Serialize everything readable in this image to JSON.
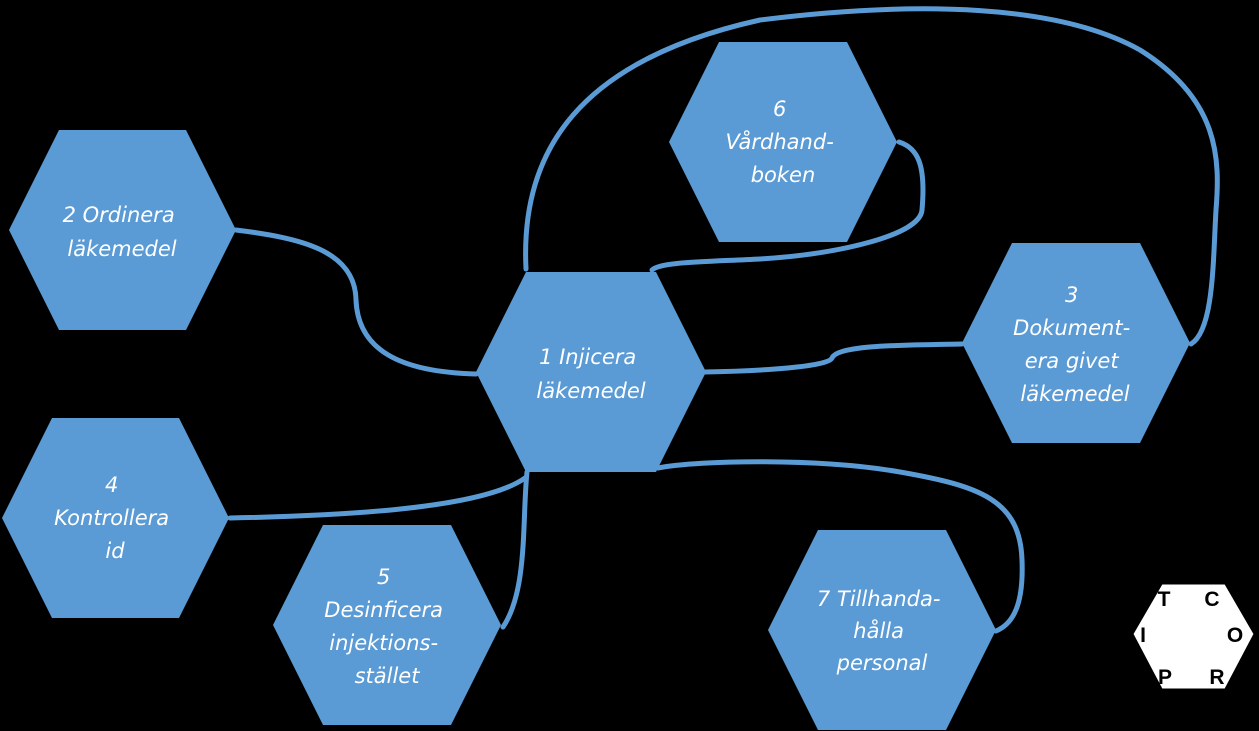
{
  "colors": {
    "background": "#000000",
    "node_fill": "#5b9bd5",
    "connector": "#5b9bd5",
    "node_text": "#ffffff",
    "legend_fill": "#ffffff",
    "legend_text": "#000000"
  },
  "nodes": [
    {
      "id": "n1",
      "lines": [
        "1 Injicera",
        "läkemedel"
      ]
    },
    {
      "id": "n2",
      "lines": [
        "2 Ordinera",
        "läkemedel"
      ]
    },
    {
      "id": "n3",
      "lines": [
        "3",
        "Dokument-",
        "era givet",
        "läkemedel"
      ]
    },
    {
      "id": "n4",
      "lines": [
        "4",
        "Kontrollera",
        "id"
      ]
    },
    {
      "id": "n5",
      "lines": [
        "5",
        "Desinficera",
        "injektions-",
        "stället"
      ]
    },
    {
      "id": "n6",
      "lines": [
        "6",
        "Vårdhand-",
        "boken"
      ]
    },
    {
      "id": "n7",
      "lines": [
        "7 Tillhanda-",
        "hålla",
        "personal"
      ]
    }
  ],
  "edges": [
    {
      "from": "n2",
      "to": "n1"
    },
    {
      "from": "n1",
      "to": "n3"
    },
    {
      "from": "n1",
      "to": "n4"
    },
    {
      "from": "n1",
      "to": "n5"
    },
    {
      "from": "n1",
      "to": "n6"
    },
    {
      "from": "n1",
      "to": "n3"
    },
    {
      "from": "n1",
      "to": "n7"
    }
  ],
  "legend": {
    "letters": [
      "T",
      "C",
      "I",
      "O",
      "P",
      "R"
    ]
  }
}
